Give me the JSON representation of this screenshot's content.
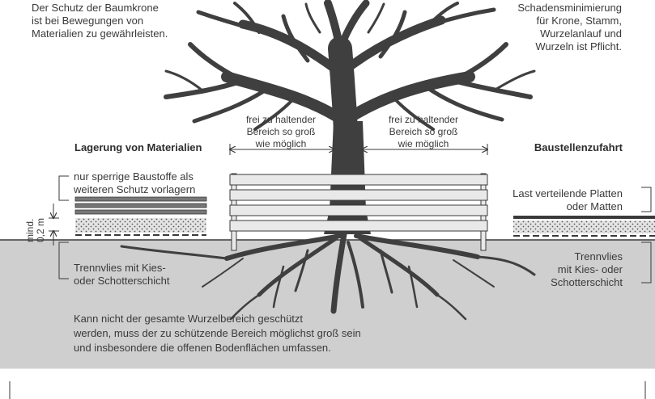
{
  "crown_note": {
    "lines": [
      "Der Schutz der Baumkrone",
      "ist bei Bewegungen von",
      "Materialien zu gewährleisten."
    ]
  },
  "damage_note": {
    "lines": [
      "Schadensminimierung",
      "für Krone, Stamm,",
      "Wurzelanlauf und",
      "Wurzeln ist Pflicht."
    ]
  },
  "free_zone_left": {
    "lines": [
      "frei zu haltender",
      "Bereich so groß",
      "wie möglich"
    ]
  },
  "free_zone_right": {
    "lines": [
      "frei zu haltender",
      "Bereich so groß",
      "wie möglich"
    ]
  },
  "storage": {
    "heading": "Lagerung von Materialien",
    "note_lines": [
      "nur sperrige Baustoffe als",
      "weiteren Schutz vorlagern"
    ],
    "min_label_lines": [
      "mind.",
      "0,2 m"
    ],
    "fleece_lines": [
      "Trennvlies mit Kies-",
      "oder Schotterschicht"
    ]
  },
  "access": {
    "heading": "Baustellenzufahrt",
    "note_lines": [
      "Last verteilende Platten",
      "oder Matten"
    ],
    "fleece_lines": [
      "Trennvlies",
      "mit Kies- oder",
      "Schotterschicht"
    ]
  },
  "bottom_note": {
    "lines": [
      "Kann nicht der gesamte Wurzelbereich geschützt",
      "werden, muss der zu schützende Bereich möglichst groß sein",
      "und insbesondere die offenen Bodenflächen umfassen."
    ]
  },
  "colors": {
    "ground": "#cfcfcf",
    "tree": "#3f3f3f",
    "plank": "#e9e9e9",
    "stroke": "#3a3a3a",
    "gravel": "#d9d9d9"
  }
}
